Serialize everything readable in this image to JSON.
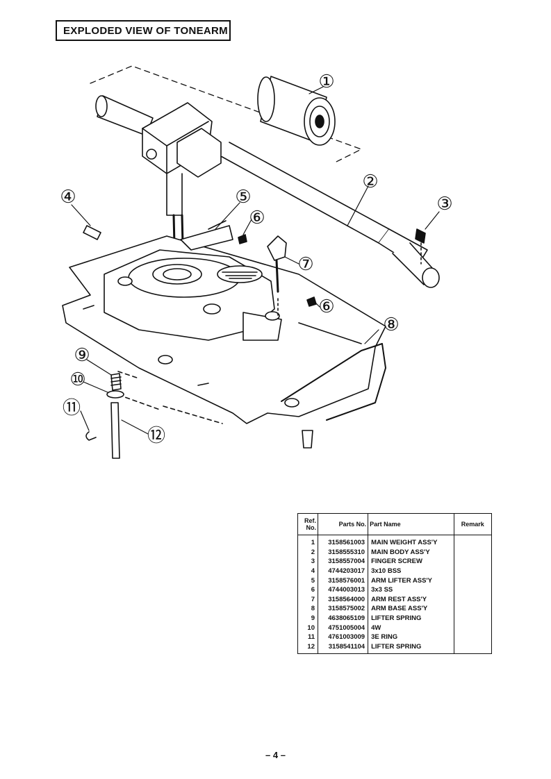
{
  "title": "EXPLODED VIEW OF TONEARM",
  "callouts": [
    "①",
    "②",
    "③",
    "④",
    "⑤",
    "⑥",
    "⑥",
    "⑦",
    "⑧",
    "⑨",
    "⑩",
    "⑪",
    "⑫"
  ],
  "table": {
    "headers": {
      "ref": "Ref. No.",
      "parts_no": "Parts No.",
      "part_name": "Part Name",
      "remark": "Remark"
    },
    "rows": [
      {
        "ref": "1",
        "parts_no": "3158561003",
        "name": "MAIN WEIGHT ASS'Y"
      },
      {
        "ref": "2",
        "parts_no": "3158555310",
        "name": "MAIN BODY ASS'Y"
      },
      {
        "ref": "3",
        "parts_no": "3158557004",
        "name": "FINGER SCREW"
      },
      {
        "ref": "4",
        "parts_no": "4744203017",
        "name": "3x10 BSS"
      },
      {
        "ref": "5",
        "parts_no": "3158576001",
        "name": "ARM LIFTER ASS'Y"
      },
      {
        "ref": "6",
        "parts_no": "4744003013",
        "name": "3x3 SS"
      },
      {
        "ref": "7",
        "parts_no": "3158564000",
        "name": "ARM REST ASS'Y"
      },
      {
        "ref": "8",
        "parts_no": "3158575002",
        "name": "ARM BASE ASS'Y"
      },
      {
        "ref": "9",
        "parts_no": "4638065109",
        "name": "LIFTER SPRING"
      },
      {
        "ref": "10",
        "parts_no": "4751005004",
        "name": "4W"
      },
      {
        "ref": "11",
        "parts_no": "4761003009",
        "name": "3E RING"
      },
      {
        "ref": "12",
        "parts_no": "3158541104",
        "name": "LIFTER SPRING"
      }
    ]
  },
  "page_number": "– 4 –"
}
